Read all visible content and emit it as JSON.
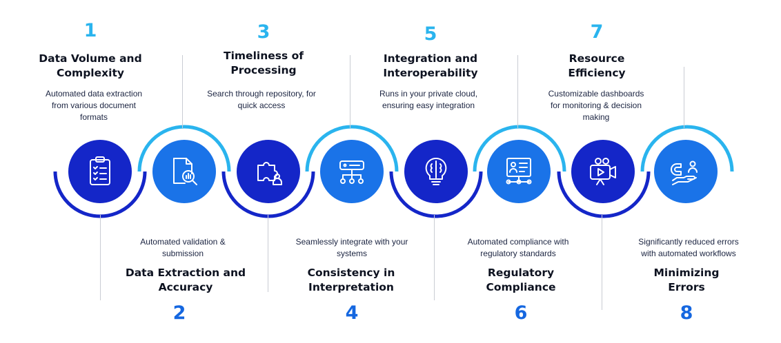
{
  "colors": {
    "navy": "#1426c8",
    "blue": "#1a73e8",
    "cyan": "#2ab4ee",
    "number_blue": "#1567e0",
    "connector": "#c9ccd3"
  },
  "steps": [
    {
      "number": "1",
      "title": "Data Volume and\nComplexity",
      "description": "Automated data extraction\nfrom various document\nformats",
      "icon": "clipboard-checklist-icon"
    },
    {
      "number": "2",
      "title": "Data Extraction and\nAccuracy",
      "description": "Automated validation &\nsubmission",
      "icon": "document-magnifier-icon"
    },
    {
      "number": "3",
      "title": "Timeliness of\nProcessing",
      "description": "Search through repository, for\nquick access",
      "icon": "puzzle-user-icon"
    },
    {
      "number": "4",
      "title": "Consistency in\nInterpretation",
      "description": "Seamlessly integrate with your\nsystems",
      "icon": "network-hub-icon"
    },
    {
      "number": "5",
      "title": "Integration and\nInteroperability",
      "description": "Runs in your private cloud,\nensuring easy integration",
      "icon": "brain-bulb-icon"
    },
    {
      "number": "6",
      "title": "Regulatory\nCompliance",
      "description": "Automated compliance with\nregulatory standards",
      "icon": "profile-card-network-icon"
    },
    {
      "number": "7",
      "title": "Resource\nEfficiency",
      "description": "Customizable dashboards\nfor monitoring & decision\nmaking",
      "icon": "video-camera-icon"
    },
    {
      "number": "8",
      "title": "Minimizing\nErrors",
      "description": "Significantly reduced errors\nwith automated workflows",
      "icon": "magnet-hand-icon"
    }
  ]
}
